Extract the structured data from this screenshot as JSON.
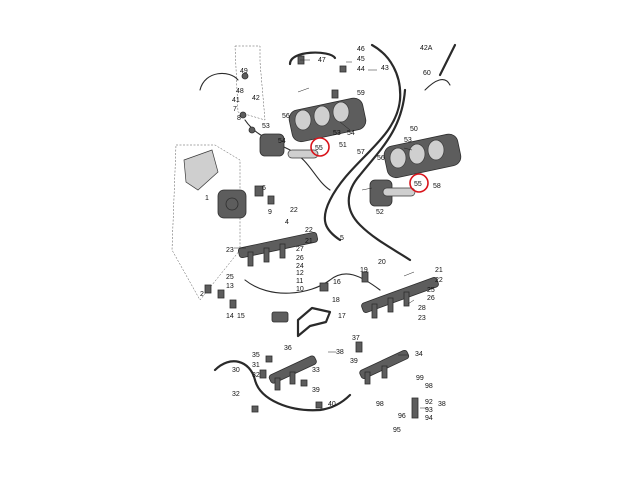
{
  "diagram": {
    "labels": {
      "l47": "47",
      "l46": "46",
      "l45": "45",
      "l44": "44",
      "l43": "43",
      "l42A": "42A",
      "l48": "48",
      "l49": "49",
      "l60": "60",
      "l41": "41",
      "l42": "42",
      "l7": "7",
      "l8": "8",
      "l59": "59",
      "l56a": "56",
      "l53a": "53",
      "l54a": "54",
      "l53b": "53",
      "l55a": "55",
      "l51": "51",
      "l50": "50",
      "l53c": "53",
      "l54b": "54",
      "l57": "57",
      "l56b": "56",
      "l55b": "55",
      "l58": "58",
      "l52": "52",
      "l9": "9",
      "l6": "6",
      "l22a": "22",
      "l4": "4",
      "l5": "5",
      "l1": "1",
      "l23": "23",
      "l22b": "22",
      "l21a": "21",
      "l27": "27",
      "l26a": "26",
      "l24": "24",
      "l25a": "25",
      "l12": "12",
      "l11": "11",
      "l10": "10",
      "l16": "16",
      "l20": "20",
      "l13": "13",
      "l19": "19",
      "l18": "18",
      "l21b": "21",
      "l22c": "22",
      "l25b": "25",
      "l26b": "26",
      "l28": "28",
      "l23b": "23",
      "l2": "2",
      "l14": "14",
      "l15": "15",
      "l17": "17",
      "l36": "36",
      "l35": "35",
      "l34": "34",
      "l38": "38",
      "l39a": "39",
      "l31": "31",
      "l32a": "32",
      "l33": "33",
      "l30": "30",
      "l39b": "39",
      "l32b": "32",
      "l40": "40",
      "l98a": "98",
      "l37": "37",
      "l92": "92",
      "l93": "93",
      "l94": "94",
      "l98b": "98",
      "l96": "96",
      "l95": "95",
      "l38b": "38",
      "l99": "99"
    },
    "highlighted_part": "55"
  }
}
